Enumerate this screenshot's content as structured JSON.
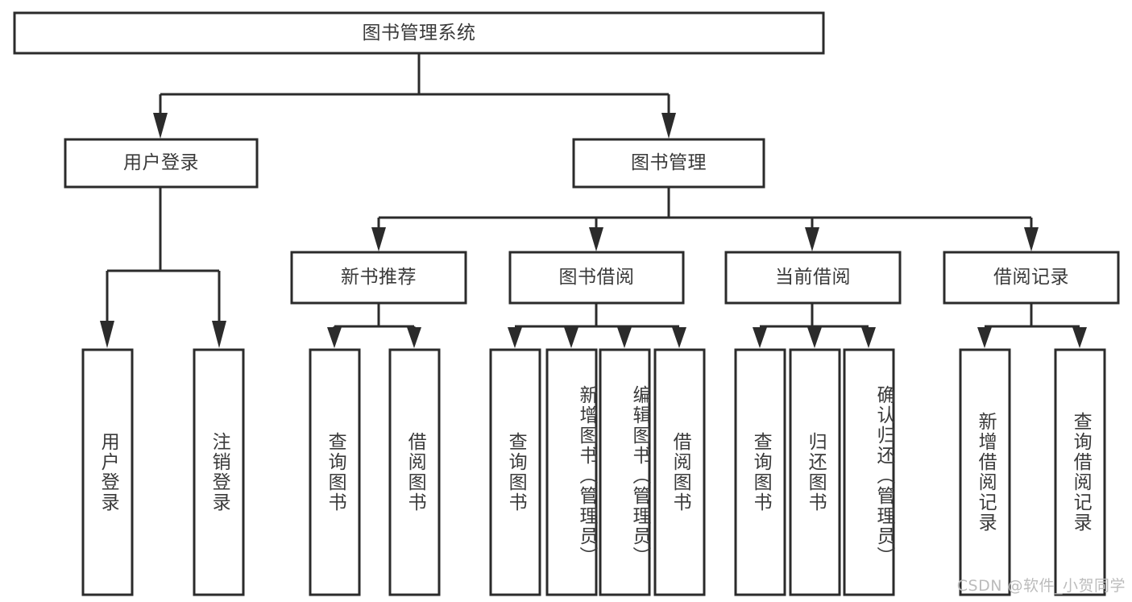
{
  "diagram": {
    "type": "tree",
    "orientation": "top-down",
    "root": {
      "id": "root",
      "label": "图书管理系统",
      "text_direction": "horizontal"
    },
    "level2": [
      {
        "id": "user-login",
        "label": "用户登录",
        "text_direction": "horizontal"
      },
      {
        "id": "book-management",
        "label": "图书管理",
        "text_direction": "horizontal"
      }
    ],
    "level3": [
      {
        "id": "new-book-recommend",
        "label": "新书推荐",
        "text_direction": "horizontal",
        "parent": "book-management"
      },
      {
        "id": "book-borrow",
        "label": "图书借阅",
        "text_direction": "horizontal",
        "parent": "book-management"
      },
      {
        "id": "current-borrow",
        "label": "当前借阅",
        "text_direction": "horizontal",
        "parent": "book-management"
      },
      {
        "id": "borrow-record",
        "label": "借阅记录",
        "text_direction": "horizontal",
        "parent": "book-management"
      }
    ],
    "leaves": [
      {
        "id": "leaf-user-login",
        "label": "用户登录",
        "text_direction": "vertical",
        "parent": "user-login"
      },
      {
        "id": "leaf-logout-login",
        "label": "注销登录",
        "text_direction": "vertical",
        "parent": "user-login"
      },
      {
        "id": "leaf-query-book-1",
        "label": "查询图书",
        "text_direction": "vertical",
        "parent": "new-book-recommend"
      },
      {
        "id": "leaf-borrow-book-1",
        "label": "借阅图书",
        "text_direction": "vertical",
        "parent": "new-book-recommend"
      },
      {
        "id": "leaf-query-book-2",
        "label": "查询图书",
        "text_direction": "vertical",
        "parent": "book-borrow"
      },
      {
        "id": "leaf-add-book",
        "label": "新增图书（管理员）",
        "text_direction": "vertical",
        "parent": "book-borrow"
      },
      {
        "id": "leaf-edit-book",
        "label": "编辑图书（管理员）",
        "text_direction": "vertical",
        "parent": "book-borrow"
      },
      {
        "id": "leaf-borrow-book-2",
        "label": "借阅图书",
        "text_direction": "vertical",
        "parent": "book-borrow"
      },
      {
        "id": "leaf-query-book-3",
        "label": "查询图书",
        "text_direction": "vertical",
        "parent": "current-borrow"
      },
      {
        "id": "leaf-return-book",
        "label": "归还图书",
        "text_direction": "vertical",
        "parent": "current-borrow"
      },
      {
        "id": "leaf-confirm-return",
        "label": "确认归还（管理员）",
        "text_direction": "vertical",
        "parent": "current-borrow"
      },
      {
        "id": "leaf-add-borrow-record",
        "label": "新增借阅记录",
        "text_direction": "vertical",
        "parent": "borrow-record"
      },
      {
        "id": "leaf-query-borrow-record",
        "label": "查询借阅记录",
        "text_direction": "vertical",
        "parent": "borrow-record"
      }
    ]
  },
  "colors": {
    "stroke": "#2b2b2b",
    "box_fill": "#ffffff",
    "text": "#3a3a3a",
    "background": "#ffffff",
    "watermark": "#bcbcbc"
  },
  "watermark": {
    "text": "CSDN @软件_小贺同学"
  }
}
